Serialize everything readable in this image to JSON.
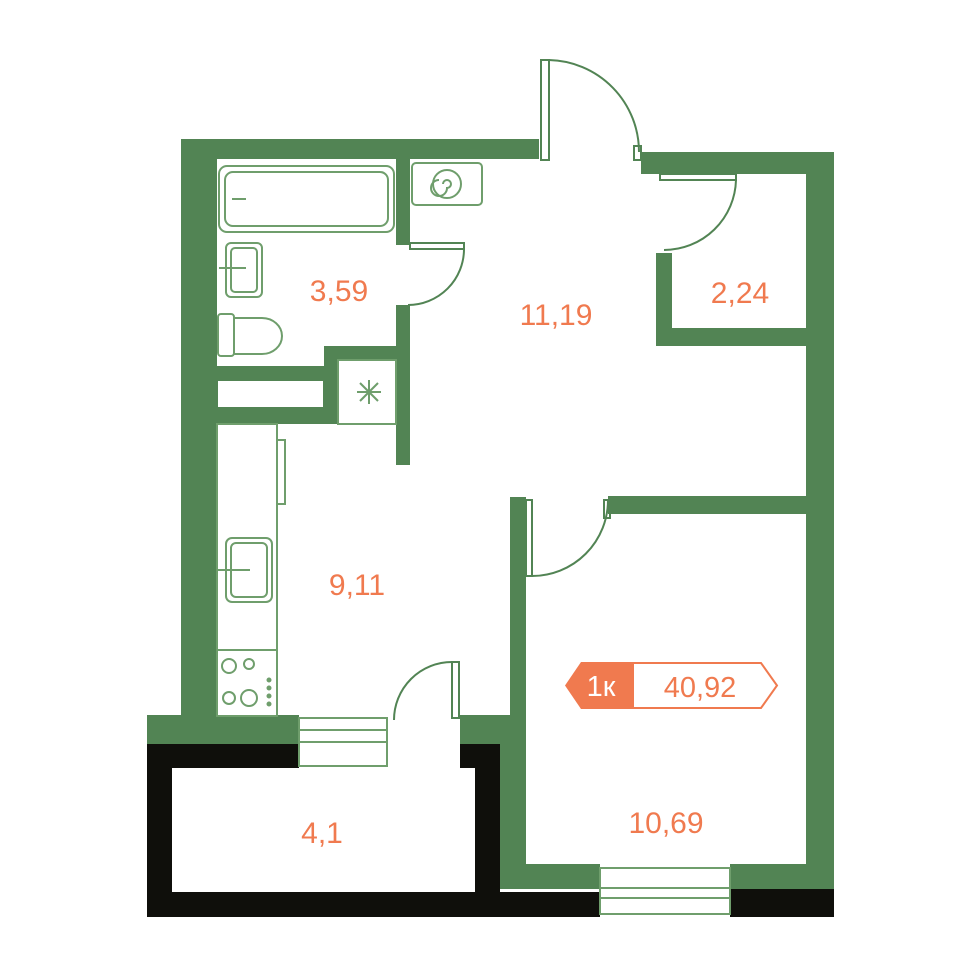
{
  "colors": {
    "wall": "#528454",
    "outer_wall": "#0f0f0b",
    "accent": "#f07a4f",
    "fixture_line": "#6f9e6c",
    "background": "#ffffff"
  },
  "rooms": {
    "bathroom": "3,59",
    "hallway": "11,19",
    "storage": "2,24",
    "kitchen": "9,11",
    "bedroom": "10,69",
    "balcony": "4,1"
  },
  "badge": {
    "type": "1к",
    "area": "40,92"
  },
  "icons": [
    "bathtub-icon",
    "sink-icon",
    "toilet-icon",
    "boiler-icon",
    "ventilation-shaft-icon",
    "kitchen-sink-icon",
    "stove-icon",
    "door-swing-icon",
    "window-icon"
  ]
}
